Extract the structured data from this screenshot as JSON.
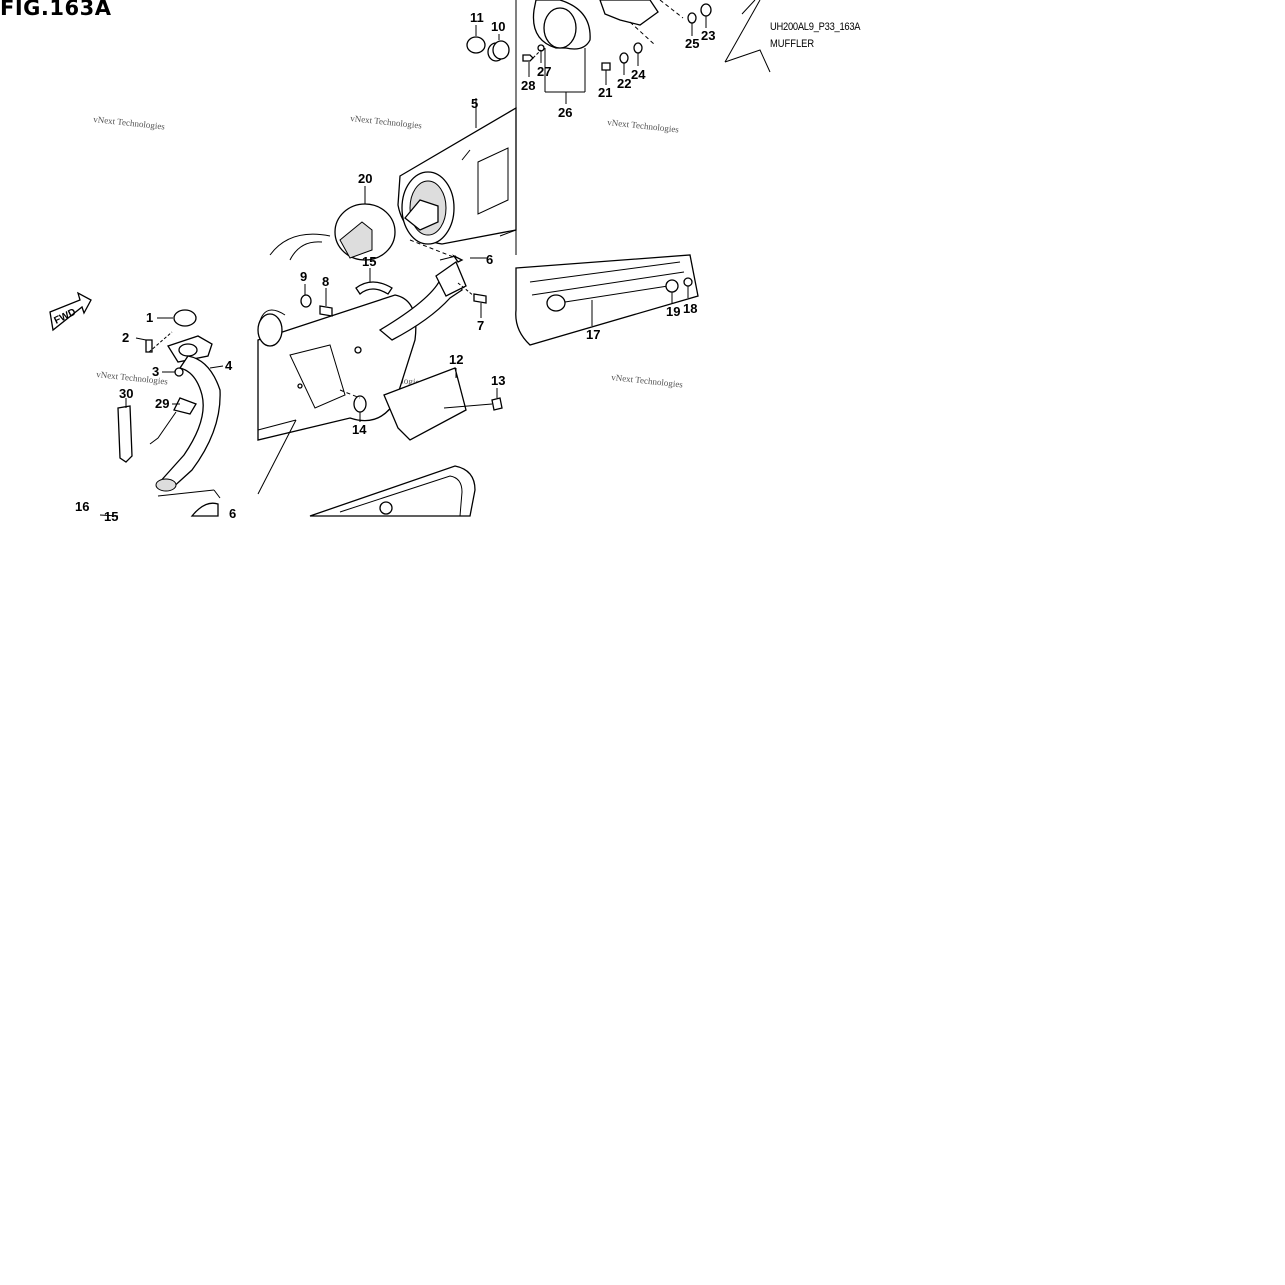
{
  "figure": {
    "title": "FIG.163A",
    "code": "UH200AL9_P33_163A",
    "name": "MUFFLER",
    "fwd_label": "FWD"
  },
  "watermark": {
    "text": "vNext Technologies"
  },
  "callouts": {
    "c1": "1",
    "c2": "2",
    "c3": "3",
    "c4": "4",
    "c5": "5",
    "c6": "6",
    "c6b": "6",
    "c7": "7",
    "c8": "8",
    "c9": "9",
    "c10": "10",
    "c11": "11",
    "c12": "12",
    "c13": "13",
    "c14": "14",
    "c15": "15",
    "c15b": "15",
    "c16": "16",
    "c17": "17",
    "c18": "18",
    "c19": "19",
    "c20": "20",
    "c21": "21",
    "c22": "22",
    "c23": "23",
    "c24": "24",
    "c25": "25",
    "c26": "26",
    "c27": "27",
    "c28": "28",
    "c29": "29",
    "c30": "30"
  },
  "colors": {
    "line": "#000000",
    "background": "#ffffff",
    "watermark": "#555555"
  }
}
